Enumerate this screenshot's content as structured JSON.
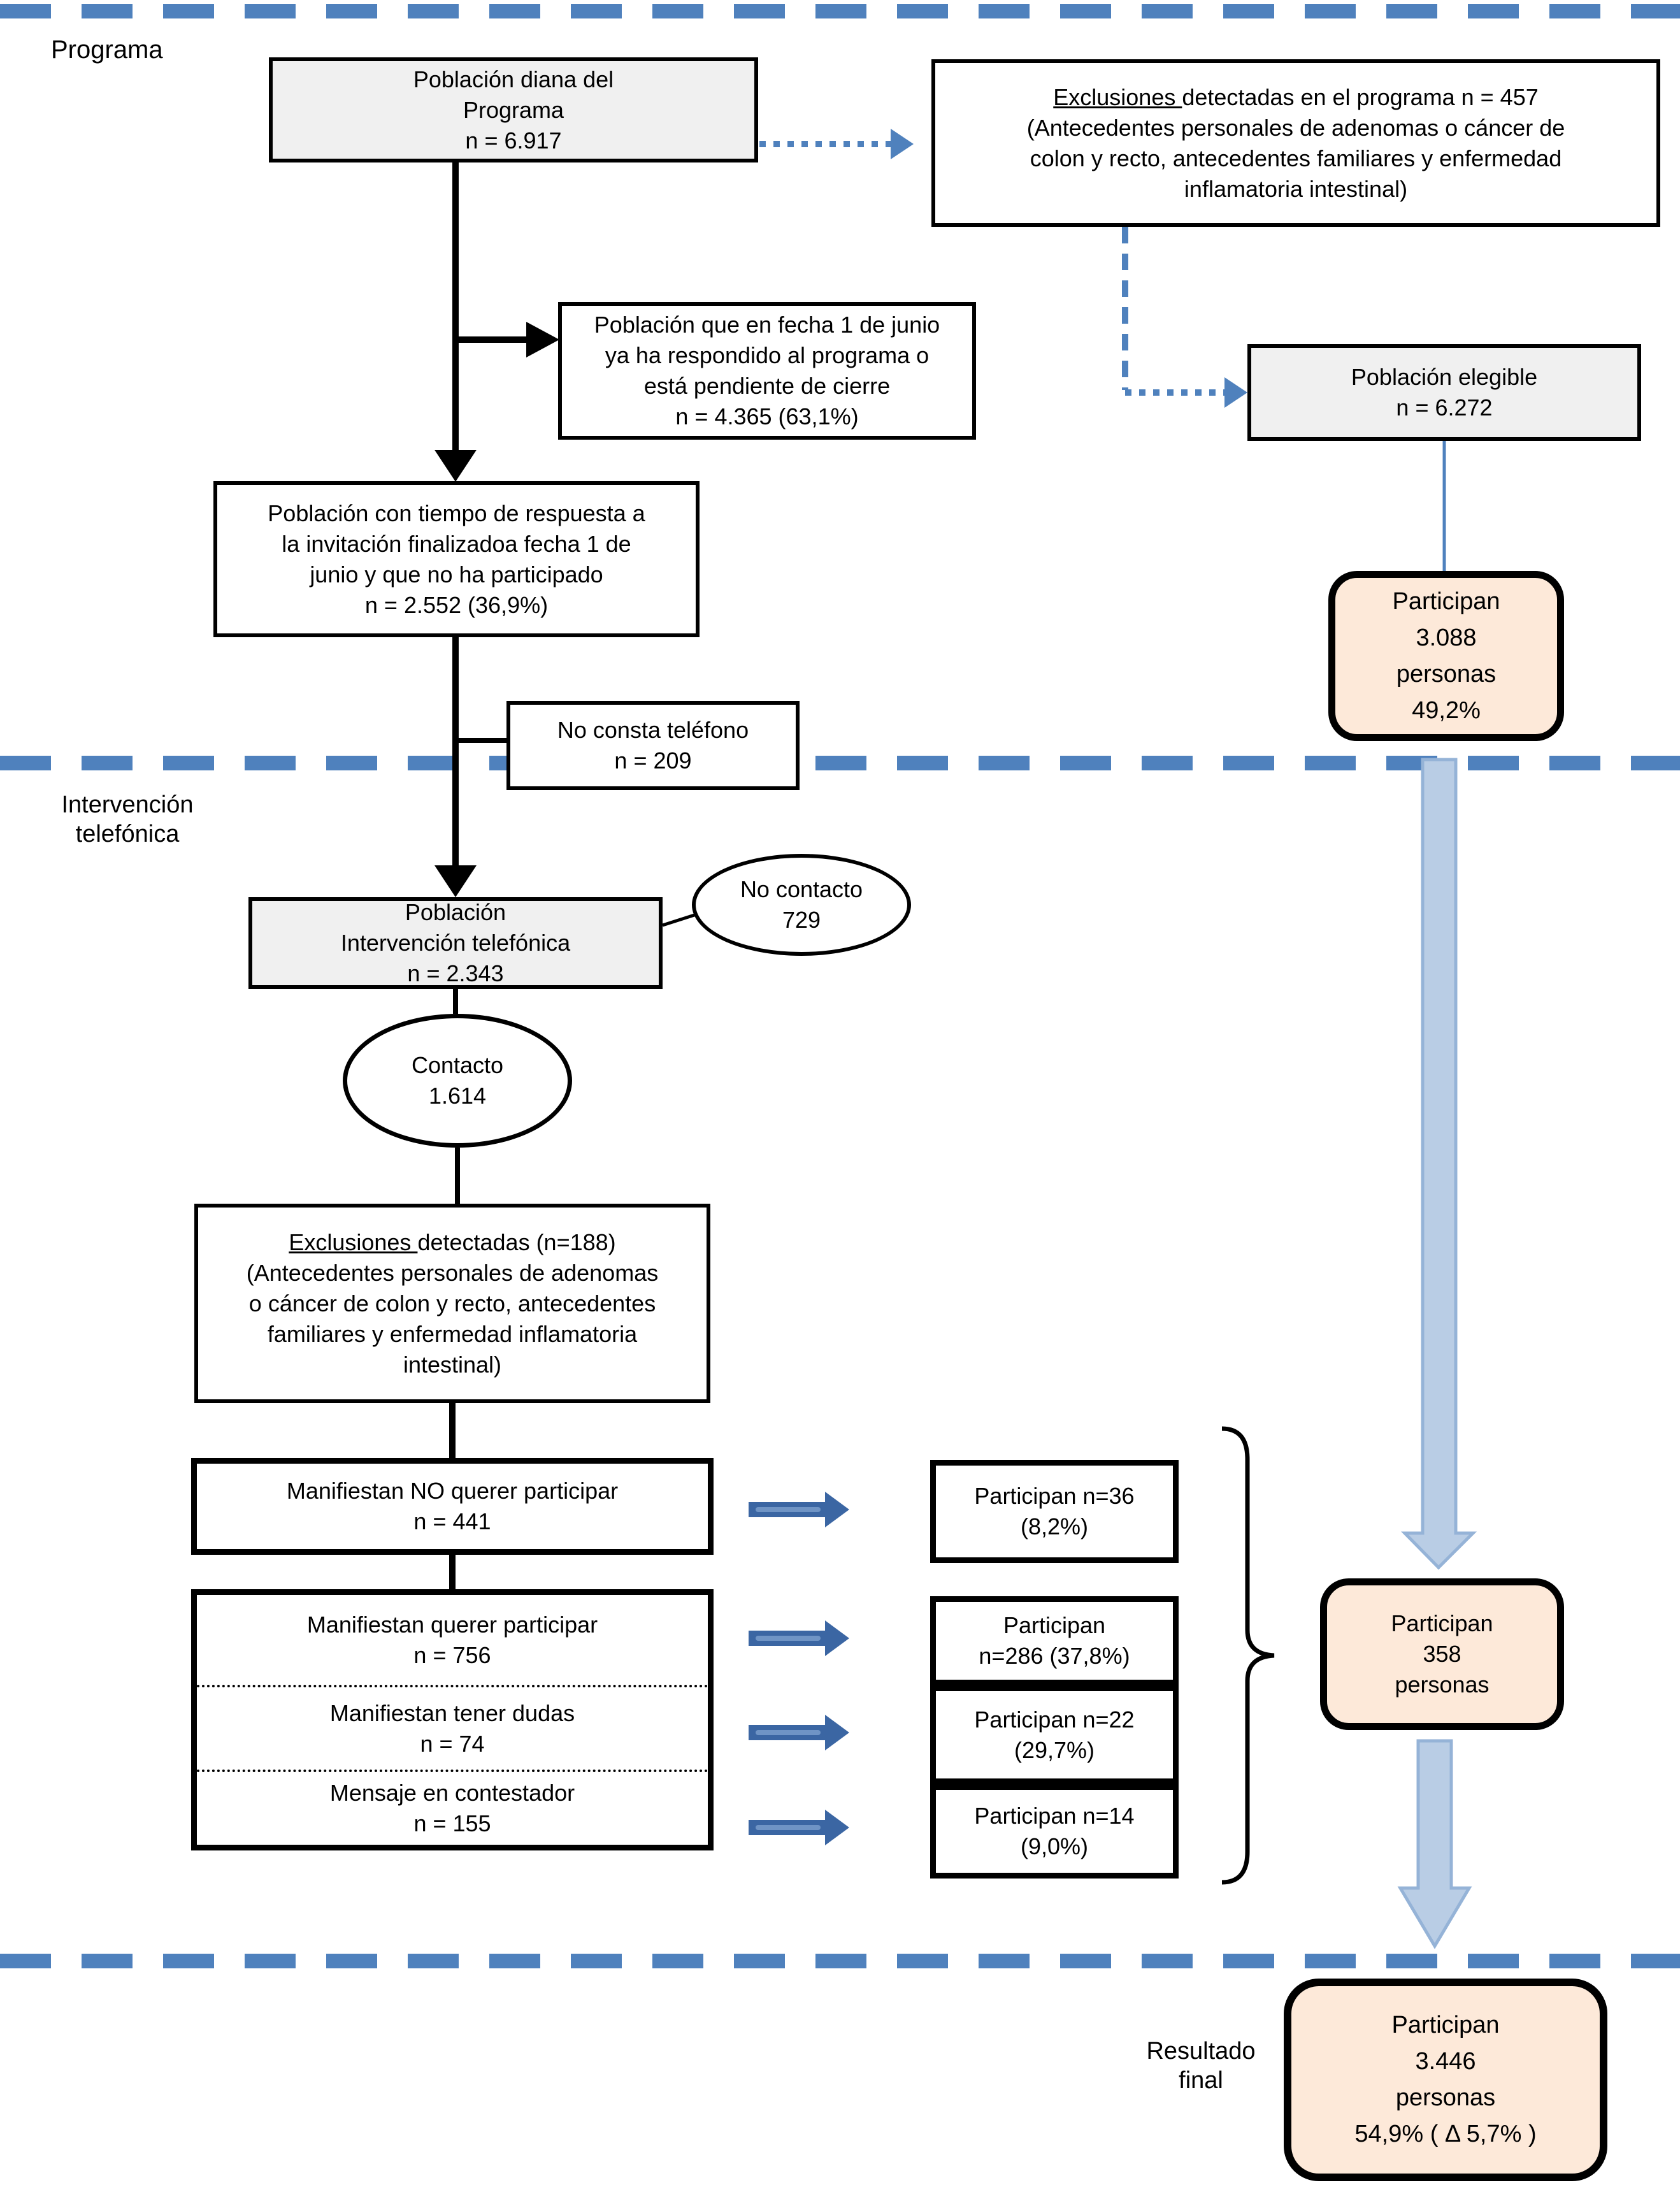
{
  "section_labels": {
    "programa": "Programa",
    "intervencion": "Intervención\ntelefónica",
    "resultado": "Resultado\nfinal"
  },
  "nodes": {
    "poblacion_diana": {
      "text": "Población diana del\nPrograma\nn = 6.917"
    },
    "exclusiones_programa": {
      "underlined": "Exclusiones ",
      "rest": "detectadas en el programa n = 457\n(Antecedentes personales de adenomas o cáncer de\ncolon y recto, antecedentes familiares y enfermedad\ninflamatoria intestinal)"
    },
    "poblacion_respondido": {
      "text": "Población que en fecha 1 de junio\nya ha respondido al programa o\nestá pendiente de cierre\nn = 4.365 (63,1%)"
    },
    "poblacion_elegible": {
      "text": "Población elegible\nn = 6.272"
    },
    "poblacion_sin_respuesta": {
      "text": "Población con tiempo de respuesta a\nla invitación finalizadoa fecha 1 de\njunio y que no ha participado\nn = 2.552 (36,9%)"
    },
    "participan_3088": {
      "text": "Participan\n3.088\npersonas\n49,2%"
    },
    "no_consta_telefono": {
      "text": "No consta teléfono\nn = 209"
    },
    "poblacion_intervencion": {
      "text": "Población\nIntervención telefónica\nn = 2.343"
    },
    "no_contacto": {
      "text": "No contacto\n729"
    },
    "contacto": {
      "text": "Contacto\n1.614"
    },
    "exclusiones_telefonica": {
      "underlined": "Exclusiones ",
      "rest": "detectadas (n=188)\n(Antecedentes personales de adenomas\no cáncer de colon y recto, antecedentes\nfamiliares y enfermedad inflamatoria\nintestinal)"
    },
    "manifiestan_no": {
      "text": "Manifiestan NO querer participar\nn = 441"
    },
    "manifiestan_querer": {
      "text": "Manifiestan querer participar\nn = 756"
    },
    "manifiestan_dudas": {
      "text": "Manifiestan tener dudas\nn = 74"
    },
    "mensaje_contestador": {
      "text": "Mensaje en contestador\nn = 155"
    },
    "participan_36": {
      "text": "Participan n=36\n(8,2%)"
    },
    "participan_286": {
      "text": "Participan\nn=286 (37,8%)"
    },
    "participan_22": {
      "text": "Participan n=22\n(29,7%)"
    },
    "participan_14": {
      "text": "Participan n=14\n(9,0%)"
    },
    "participan_358": {
      "text": "Participan\n358\npersonas"
    },
    "participan_3446": {
      "text": "Participan\n3.446\npersonas\n54,9%  ( Δ 5,7% )"
    }
  },
  "colors": {
    "accent_blue": "#4f81bd",
    "fat_arrow_fill": "#b9cde5",
    "fat_arrow_border": "#95b3d7",
    "block_arrow_fill": "#3b66a3",
    "block_arrow_stripe": "#6f94c5",
    "peach_fill": "#fde9d9",
    "gray_fill": "#f0f0f0",
    "line_black": "#000000"
  }
}
